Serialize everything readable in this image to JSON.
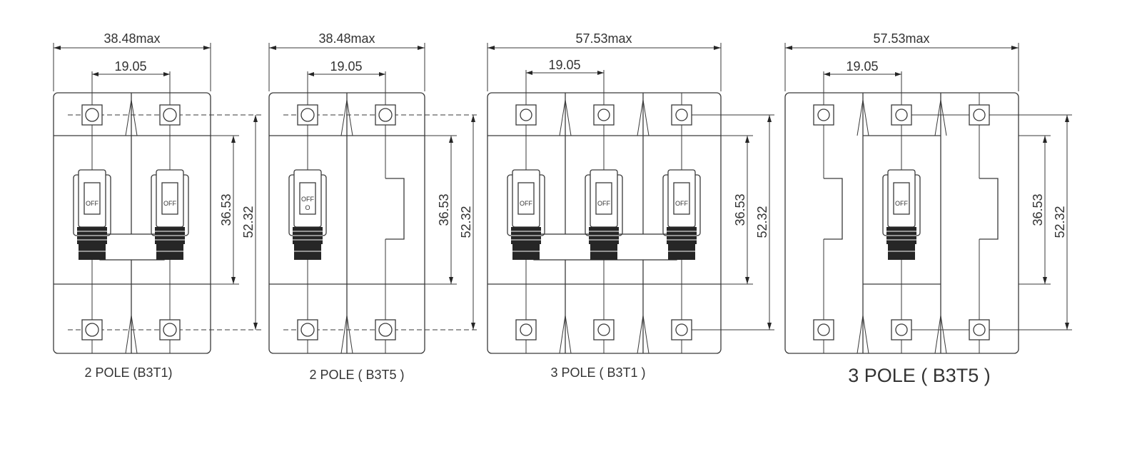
{
  "colors": {
    "ink": "#3a3a3a",
    "background": "#ffffff"
  },
  "diagrams": [
    {
      "id": "2-pole-b3t1",
      "caption": "2 POLE (B3T1)",
      "poles": 2,
      "handle_poles": [
        0,
        1
      ],
      "tie_bar": true,
      "side_notch": [],
      "off_labels": [
        "OFF",
        "OFF"
      ],
      "off_sublabels": [
        "",
        ""
      ],
      "dims": {
        "width": "38.48max",
        "pitch": "19.05",
        "inner_height": "36.53",
        "outer_height": "52.32"
      }
    },
    {
      "id": "2-pole-b3t5",
      "caption": "2  POLE ( B3T5 )",
      "poles": 2,
      "handle_poles": [
        0
      ],
      "tie_bar": false,
      "side_notch": [
        1
      ],
      "off_labels": [
        "OFF"
      ],
      "off_sublabels": [
        "O"
      ],
      "dims": {
        "width": "38.48max",
        "pitch": "19.05",
        "inner_height": "36.53",
        "outer_height": "52.32"
      }
    },
    {
      "id": "3-pole-b3t1",
      "caption": "3 POLE ( B3T1 )",
      "poles": 3,
      "handle_poles": [
        0,
        1,
        2
      ],
      "tie_bar": true,
      "side_notch": [],
      "off_labels": [
        "OFF",
        "OFF",
        "OFF"
      ],
      "off_sublabels": [
        "",
        "",
        ""
      ],
      "dims": {
        "width": "57.53max",
        "pitch": "19.05",
        "inner_height": "36.53",
        "outer_height": "52.32"
      }
    },
    {
      "id": "3-pole-b3t5",
      "caption": "3 POLE ( B3T5 )",
      "poles": 3,
      "handle_poles": [
        1
      ],
      "tie_bar": false,
      "side_notch": [
        0,
        2
      ],
      "off_labels": [
        "OFF"
      ],
      "off_sublabels": [
        ""
      ],
      "dims": {
        "width": "57.53max",
        "pitch": "19.05",
        "inner_height": "36.53",
        "outer_height": "52.32"
      }
    }
  ]
}
